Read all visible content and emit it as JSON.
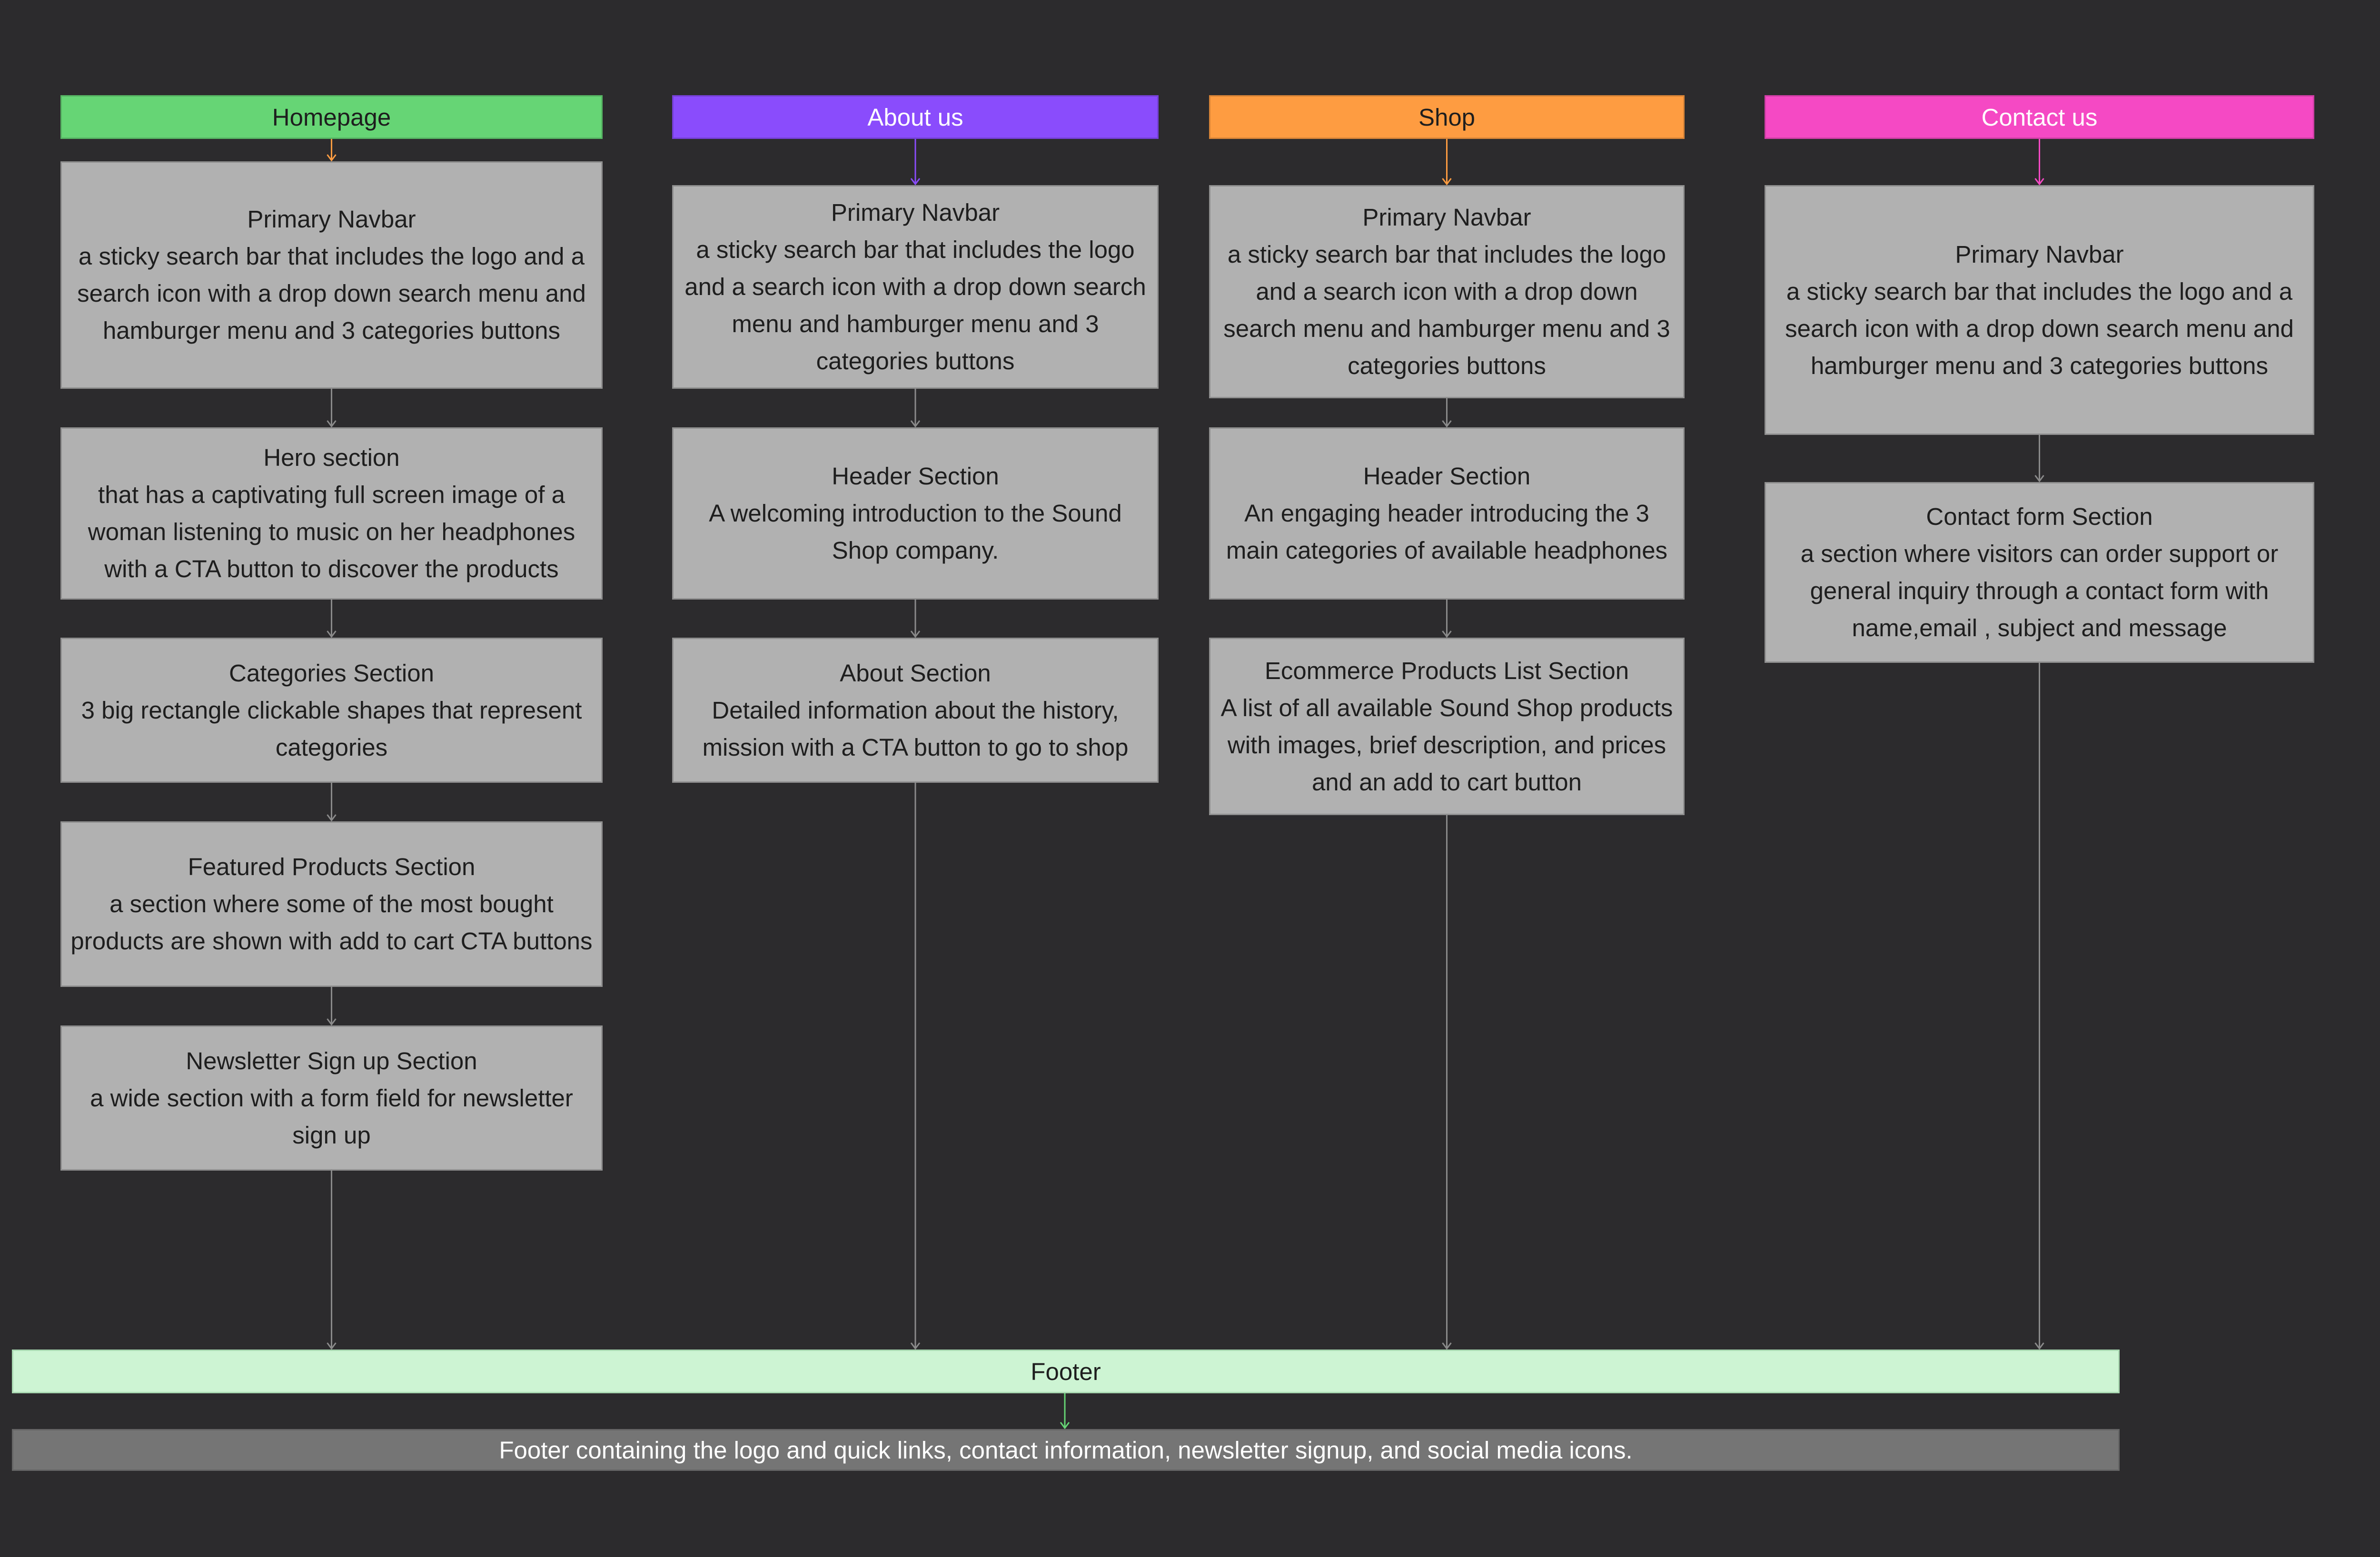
{
  "colors": {
    "background": "#2c2b2d",
    "homepage": "#66d575",
    "about": "#8a4cfc",
    "shop": "#fe9c41",
    "contact": "#f549c4",
    "footer": "#cdf4d3",
    "box": "#b1b1b1"
  },
  "columns": [
    {
      "header": "Homepage",
      "sections": [
        {
          "title": "Primary Navbar",
          "desc": "a sticky search bar that includes the logo and a search icon with a drop down search menu and  hamburger menu and 3 categories buttons"
        },
        {
          "title": "Hero section",
          "desc": "that has a captivating full screen image of a woman listening to music on her headphones with a CTA button  to discover the products"
        },
        {
          "title": "Categories Section",
          "desc": "3 big rectangle clickable shapes that represent categories"
        },
        {
          "title": "Featured Products Section",
          "desc": " a section where some of the most bought products are shown with add to cart CTA buttons"
        },
        {
          "title": "Newsletter Sign up Section",
          "desc": "a wide section with a form field for newsletter sign up"
        }
      ]
    },
    {
      "header": "About us",
      "sections": [
        {
          "title": "Primary Navbar",
          "desc": "a sticky search bar that includes the logo and a search icon with a drop down search menu and  hamburger menu and 3 categories buttons"
        },
        {
          "title": "Header Section",
          "desc": "A welcoming introduction to the Sound Shop company."
        },
        {
          "title": "About Section",
          "desc": "Detailed information about the history, mission with a CTA button to go to shop"
        }
      ]
    },
    {
      "header": "Shop",
      "sections": [
        {
          "title": "Primary Navbar",
          "desc": "a sticky search bar that includes the logo and a search icon with a drop down search menu and  hamburger menu and 3 categories buttons"
        },
        {
          "title": "Header Section",
          "desc": "An engaging header introducing the 3 main categories of available headphones"
        },
        {
          "title": "Ecommerce Products List Section",
          "desc": "A list of all available  Sound Shop products with images, brief description, and prices and an add to cart button"
        }
      ]
    },
    {
      "header": "Contact us",
      "sections": [
        {
          "title": "Primary Navbar",
          "desc": "a sticky search bar that includes the logo and a search icon with a drop down search menu and  hamburger menu and 3 categories buttons"
        },
        {
          "title": "Contact form Section",
          "desc": "a section where visitors can order support or general inquiry  through a contact form with name,email , subject and message"
        }
      ]
    }
  ],
  "footer": {
    "header": "Footer",
    "desc": "Footer containing the logo and  quick links, contact information, newsletter signup, and social media icons."
  }
}
